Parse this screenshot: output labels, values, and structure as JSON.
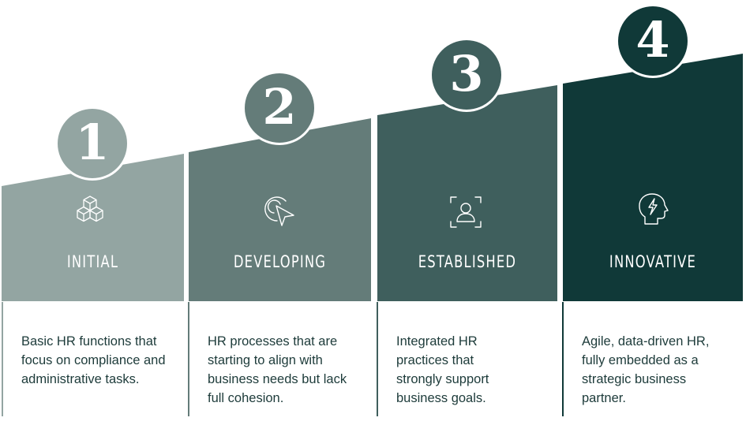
{
  "diagram": {
    "type": "hr-maturity-staircase",
    "stages": [
      {
        "number": "1",
        "title": "INITIAL",
        "icon": "cubes-icon",
        "color": "#93a5a2",
        "description": "Basic HR functions that focus on compliance and administrative tasks."
      },
      {
        "number": "2",
        "title": "DEVELOPING",
        "icon": "cursor-target-icon",
        "color": "#647c79",
        "description": "HR processes that are starting to align with business needs but lack full cohesion."
      },
      {
        "number": "3",
        "title": "ESTABLISHED",
        "icon": "user-focus-icon",
        "color": "#3f5f5d",
        "description": "Integrated HR practices that strongly support business goals."
      },
      {
        "number": "4",
        "title": "INNOVATIVE",
        "icon": "head-lightning-icon",
        "color": "#103938",
        "description": "Agile, data-driven HR, fully embedded as a strategic business partner."
      }
    ],
    "text_color": "#1d3b3a"
  }
}
